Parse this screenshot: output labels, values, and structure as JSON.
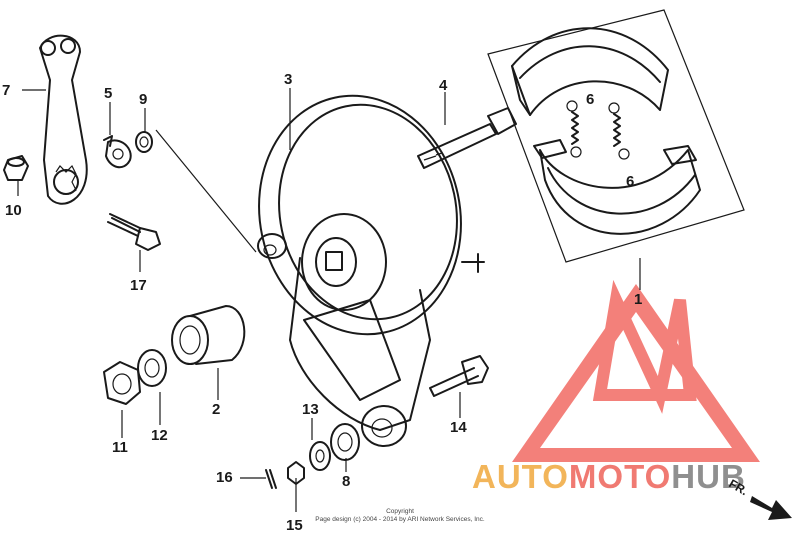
{
  "diagram": {
    "labels": [
      {
        "id": "1",
        "text": "1"
      },
      {
        "id": "2",
        "text": "2"
      },
      {
        "id": "3",
        "text": "3"
      },
      {
        "id": "4",
        "text": "4"
      },
      {
        "id": "5",
        "text": "5"
      },
      {
        "id": "6a",
        "text": "6"
      },
      {
        "id": "6b",
        "text": "6"
      },
      {
        "id": "7",
        "text": "7"
      },
      {
        "id": "8",
        "text": "8"
      },
      {
        "id": "9",
        "text": "9"
      },
      {
        "id": "10",
        "text": "10"
      },
      {
        "id": "11",
        "text": "11"
      },
      {
        "id": "12",
        "text": "12"
      },
      {
        "id": "13",
        "text": "13"
      },
      {
        "id": "14",
        "text": "14"
      },
      {
        "id": "15",
        "text": "15"
      },
      {
        "id": "16",
        "text": "16"
      },
      {
        "id": "17",
        "text": "17"
      }
    ],
    "direction_label": "FR.",
    "copyright_line1": "Copyright",
    "copyright_line2": "Page design (c) 2004 - 2014 by ARI Network Services, Inc."
  },
  "watermark": {
    "part1": "AUTO",
    "part2": "MOTO",
    "part3": "HUB",
    "colors": {
      "auto": "#f2b55a",
      "moto": "#f07a72",
      "hub": "#8f8f8f",
      "logo": "#f26a63"
    }
  }
}
